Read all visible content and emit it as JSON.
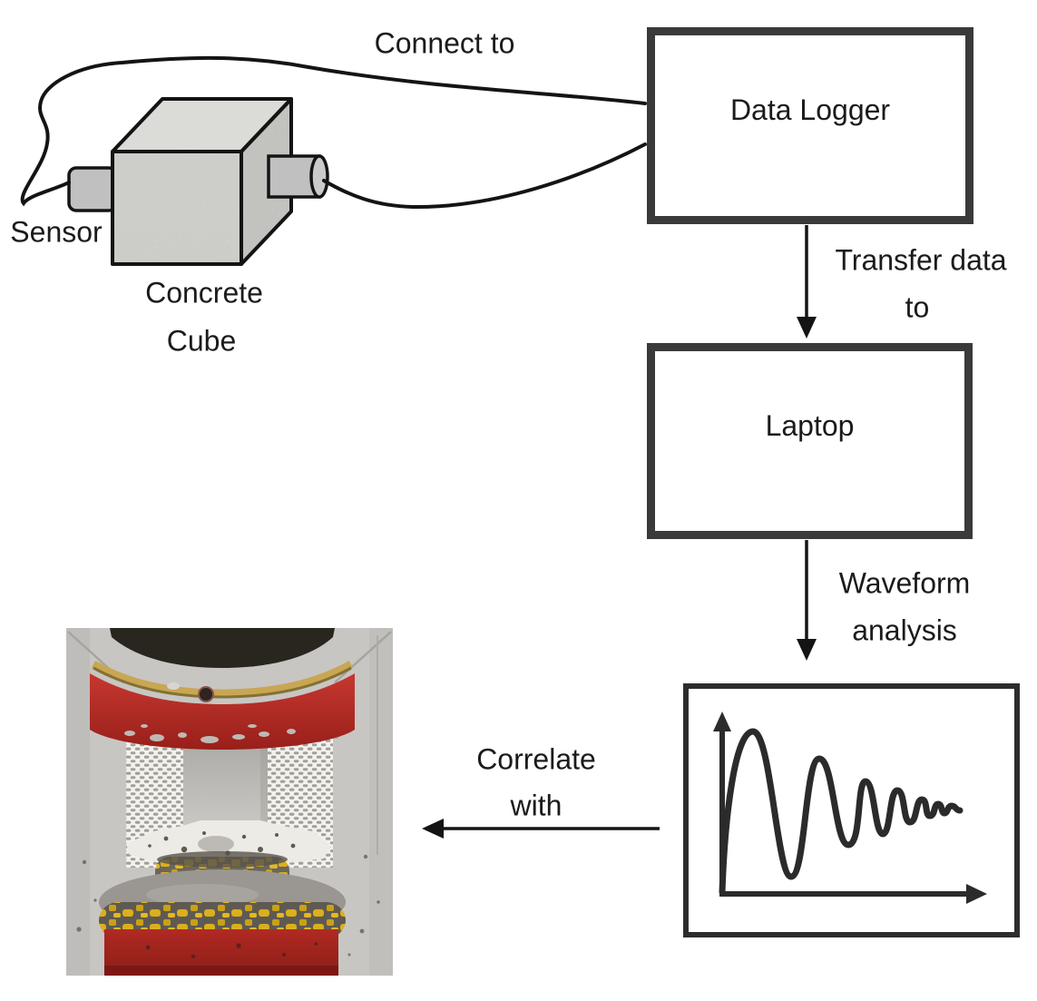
{
  "boxes": {
    "data_logger": "Data Logger",
    "laptop": "Laptop"
  },
  "labels": {
    "connect_to": "Connect to",
    "sensor": "Sensor",
    "concrete_cube_line1": "Concrete",
    "concrete_cube_line2": "Cube",
    "transfer_line1": "Transfer data",
    "transfer_line2": "to",
    "waveform_line1": "Waveform",
    "waveform_line2": "analysis",
    "correlate_line1": "Correlate",
    "correlate_line2": "with"
  },
  "colors": {
    "diagram_line": "#141414",
    "box_border": "#3a3a3a",
    "wave_stroke": "#2b2b2b",
    "sensor_gray": "#c0c0c0",
    "machine_red": "#b12a23",
    "machine_yellow": "#dcaf1d",
    "machine_gold": "#c8a654",
    "mesh_white": "#f3f2ef"
  }
}
